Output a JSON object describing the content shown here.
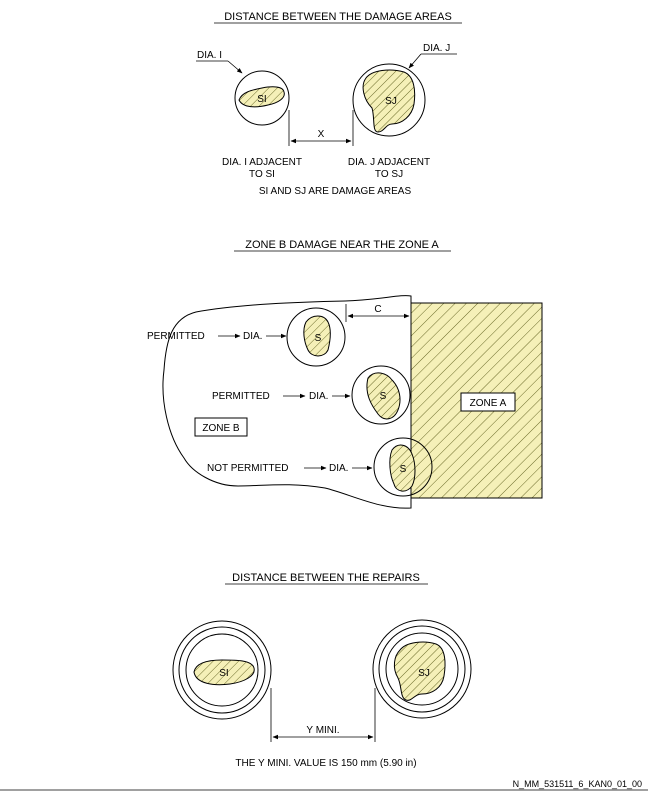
{
  "section1": {
    "title": "DISTANCE BETWEEN THE DAMAGE AREAS",
    "dia_i": "DIA. I",
    "dia_j": "DIA. J",
    "si": "SI",
    "sj": "SJ",
    "x": "X",
    "adj_i_line1": "DIA. I ADJACENT",
    "adj_i_line2": "TO SI",
    "adj_j_line1": "DIA. J ADJACENT",
    "adj_j_line2": "TO SJ",
    "note": "SI AND SJ ARE DAMAGE AREAS"
  },
  "section2": {
    "title": "ZONE B DAMAGE NEAR THE ZONE A",
    "c": "C",
    "permitted": "PERMITTED",
    "not_permitted": "NOT PERMITTED",
    "dia": "DIA.",
    "s": "S",
    "zone_a": "ZONE A",
    "zone_b": "ZONE B"
  },
  "section3": {
    "title": "DISTANCE BETWEEN THE REPAIRS",
    "si": "SI",
    "sj": "SJ",
    "y_mini": "Y MINI.",
    "note": "THE Y MINI. VALUE IS 150 mm (5.90 in)"
  },
  "figure_id": "N_MM_531511_6_KAN0_01_00",
  "colors": {
    "ink": "#000000",
    "damage_fill": "#f5f0b8",
    "hatch": "#6b6b2a"
  }
}
